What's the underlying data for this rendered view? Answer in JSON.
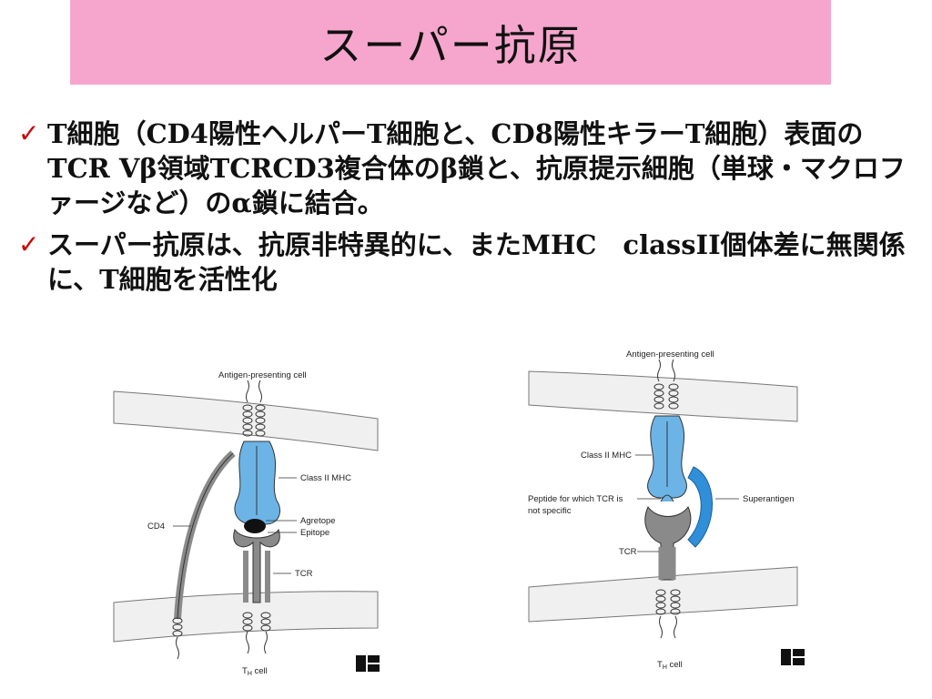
{
  "title": "スーパー抗原",
  "bullets": [
    {
      "text": "T細胞（CD4陽性ヘルパーT細胞と、CD8陽性キラーT細胞）表面のTCR Vβ領域TCRCD3複合体のβ鎖と、抗原提示細胞（単球・マクロファージなど）のα鎖に結合。"
    },
    {
      "text": "スーパー抗原は、抗原非特異的に、またMHC　classII個体差に無関係に、T細胞を活性化"
    }
  ],
  "figure_left": {
    "apc_label": "Antigen-presenting cell",
    "class2_label": "Class II MHC",
    "agretope_label": "Agretope",
    "epitope_label": "Epitope",
    "cd4_label": "CD4",
    "tcr_label": "TCR",
    "th_main": "T",
    "th_sub": "H",
    "th_rest": " cell"
  },
  "figure_right": {
    "apc_label": "Antigen-presenting cell",
    "class2_label": "Class II MHC",
    "peptide_label_line1": "Peptide for which TCR is",
    "peptide_label_line2": "not specific",
    "superantigen_label": "Superantigen",
    "tcr_label": "TCR",
    "th_main": "T",
    "th_sub": "H",
    "th_rest": " cell"
  },
  "colors": {
    "title_band": "#f6a6cd",
    "check": "#cc0000",
    "mhc_blue": "#6cb4e6",
    "superantigen_blue": "#2f8fd8",
    "tcr_gray": "#8a8a8a",
    "membrane": "#f0f0f0"
  }
}
